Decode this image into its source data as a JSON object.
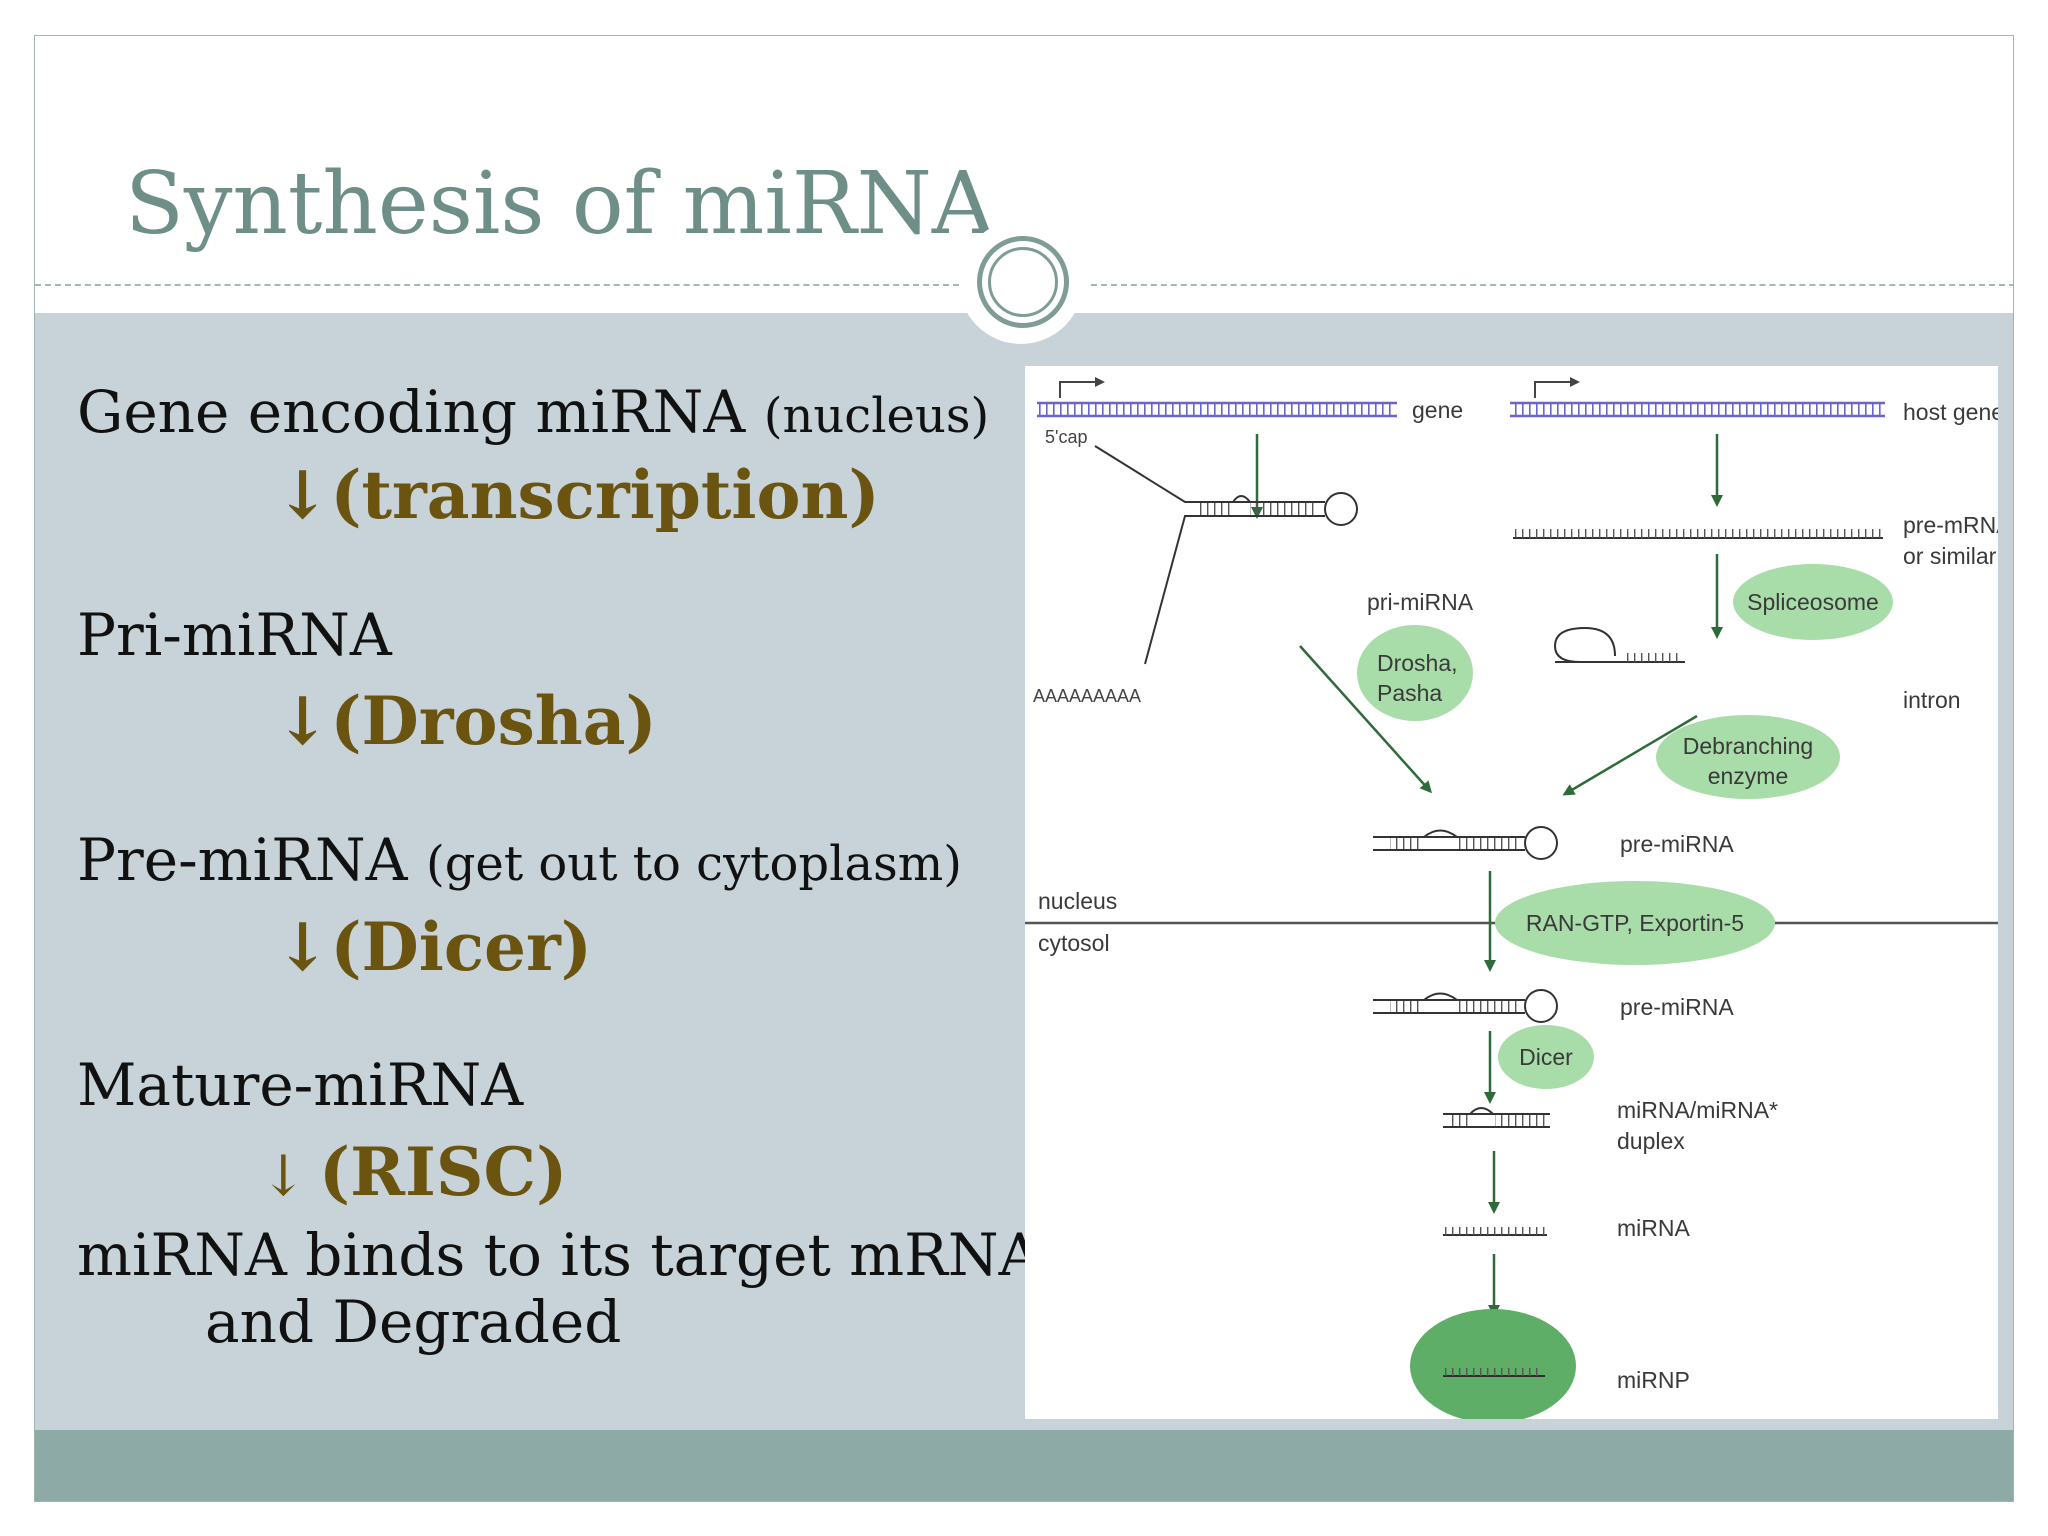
{
  "slide": {
    "title": "Synthesis of miRNA"
  },
  "steps": [
    {
      "stage": "Gene encoding miRNA",
      "note": "(nucleus)",
      "arrow": "↓",
      "enzyme": "(transcription)"
    },
    {
      "stage": "Pri-miRNA",
      "note": "",
      "arrow": "↓",
      "enzyme": "(Drosha)"
    },
    {
      "stage": "Pre-miRNA",
      "note": "(get out to cytoplasm)",
      "arrow": "↓",
      "enzyme": "(Dicer)"
    },
    {
      "stage": "Mature-miRNA",
      "note": "",
      "arrow": "↓",
      "enzyme": "(RISC)"
    }
  ],
  "final": {
    "line1": "miRNA binds to its target mRNA",
    "line2": "and Degraded"
  },
  "diagram": {
    "gene": "gene",
    "host_gene": "host gene",
    "five_cap": "5'cap",
    "poly_a": "AAAAAAAAA",
    "pri_mirna": "pri-miRNA",
    "pre_mrna_1": "pre-mRNA",
    "pre_mrna_2": "or similar",
    "spliceosome": "Spliceosome",
    "drosha_1": "Drosha,",
    "drosha_2": "Pasha",
    "intron": "intron",
    "debranching_1": "Debranching",
    "debranching_2": "enzyme",
    "pre_mirna_nuc": "pre-miRNA",
    "nucleus": "nucleus",
    "cytosol": "cytosol",
    "ran_gtp": "RAN-GTP, Exportin-5",
    "pre_mirna_cyt": "pre-miRNA",
    "dicer": "Dicer",
    "duplex_1": "miRNA/miRNA*",
    "duplex_2": "duplex",
    "mirna": "miRNA",
    "mirnp": "miRNP",
    "colors": {
      "bubble": "#a8dca8",
      "bubble_dark": "#5fae68",
      "arrow": "#2f6b3a",
      "gene_line": "#6a64c8"
    }
  }
}
